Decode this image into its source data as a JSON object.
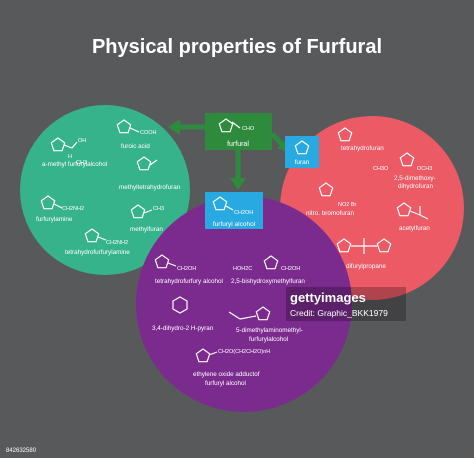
{
  "title": "Physical properties of Furfural",
  "center": {
    "label": "furfural",
    "group": "CHO",
    "color": "#2e8b3e"
  },
  "nodes": {
    "furan": {
      "label": "furan",
      "color": "#29a9e1"
    },
    "furfuryl_alcohol": {
      "label": "furfuryl alcohol",
      "group": "CH2OH",
      "color": "#29a9e1"
    }
  },
  "circles": {
    "green": {
      "color": "#37b38b"
    },
    "red": {
      "color": "#ec5a66"
    },
    "purple": {
      "color": "#7b2a8e"
    }
  },
  "green_items": {
    "methylfurfuryl_alcohol": "a-methyl furfurylalcohol",
    "furoic_acid": "furoic acid",
    "furoic_group": "COOH",
    "methyltetrahydrofuran": "methyltetrahydrofuran",
    "furfurylamine": "furfurylamine",
    "furfurylamine_group": "CH2NH2",
    "methylfuran": "methylfuran",
    "methylfuran_group": "CH3",
    "thfa": "tetrahydrofurfurylamine",
    "thfa_group": "CH2NH2",
    "oh_group": "OH",
    "ch3_group": "CH3",
    "h_group": "H"
  },
  "red_items": {
    "tetrahydrofuran": "tetrahydrofuran",
    "dimethoxy_line1": "2,5-dimethoxy-",
    "dimethoxy_line2": "dihydrofuran",
    "dimethoxy_left": "CH3O",
    "dimethoxy_right": "OCH3",
    "nitrobromofuran": "nitro. bromofuran",
    "nitro_group": "NO2 Br",
    "acetylfuran": "acetylfuran",
    "difurylpropane": "difurylpropane"
  },
  "purple_items": {
    "thf_alcohol": "tetrahydrofurfury alcohol",
    "thf_alcohol_group": "CH2OH",
    "bis_line1": "2,5-bishydroxymethylfuran",
    "bis_left": "HOH2C",
    "bis_right": "CH2OH",
    "pyran": "3,4-dihydro-2 H-pyran",
    "dimethylamino_line1": "5-dimethylaminomethyl-",
    "dimethylamino_line2": "furfurylalcohol",
    "eo_line1": "ethylene oxide adductof",
    "eo_line2": "furfuryl alcohol",
    "eo_group": "CH2O(CH2CH2O)nH"
  },
  "watermark": {
    "logo": "gettyimages",
    "credit": "Credit: Graphic_BKK1979",
    "id": "842632580"
  }
}
